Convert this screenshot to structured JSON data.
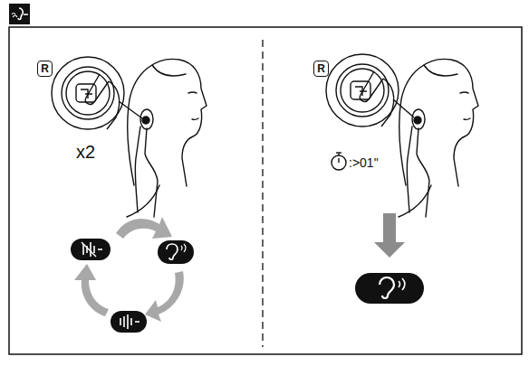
{
  "diagram": {
    "nodes": [
      {
        "text": [
          "R"
        ]
      },
      {
        "text": [
          "R"
        ]
      }
    ],
    "labels": [
      "x2",
      ":>01\""
    ]
  }
}
